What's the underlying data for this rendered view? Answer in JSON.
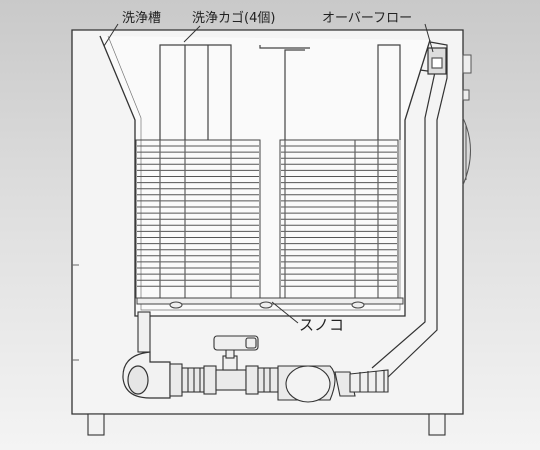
{
  "labels": {
    "wash_tank": "洗浄槽",
    "wash_basket": "洗浄カゴ(4個)",
    "overflow": "オーバーフロー",
    "sunoko": "スノコ"
  }
}
